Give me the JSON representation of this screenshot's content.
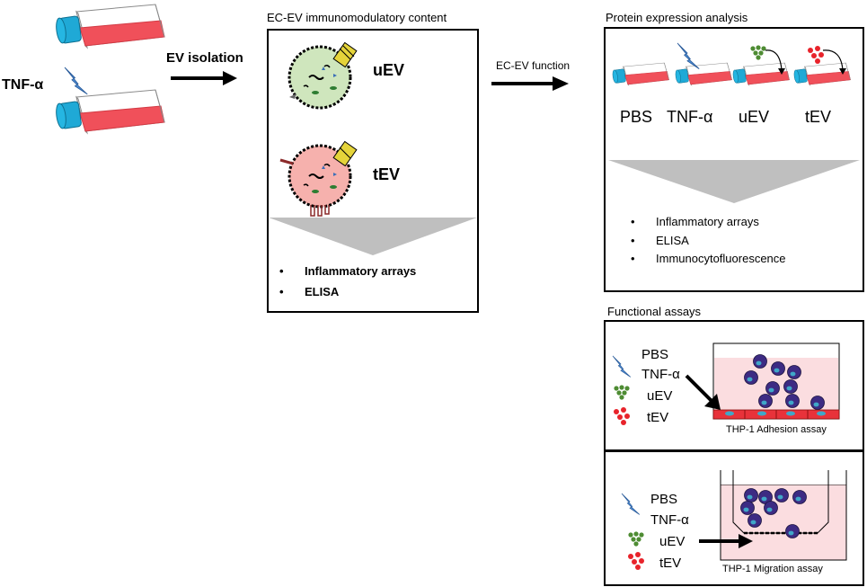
{
  "left": {
    "stimulus_label": "TNF-α",
    "isolation_label": "EV isolation"
  },
  "content_panel": {
    "title": "EC-EV immunomodulatory content",
    "ev_labels": [
      "uEV",
      "tEV"
    ],
    "methods": [
      "Inflammatory arrays",
      "ELISA"
    ]
  },
  "function_arrow_label": "EC-EV function",
  "protein_panel": {
    "title": "Protein expression analysis",
    "conditions": [
      "PBS",
      "TNF-α",
      "uEV",
      "tEV"
    ],
    "methods": [
      "Inflammatory arrays",
      "ELISA",
      "Immunocytofluorescence"
    ]
  },
  "functional_panel": {
    "title": "Functional assays",
    "assays": [
      {
        "conditions": [
          "PBS",
          "TNF-α",
          "uEV",
          "tEV"
        ],
        "caption": "THP-1 Adhesion assay"
      },
      {
        "conditions": [
          "PBS",
          "TNF-α",
          "uEV",
          "tEV"
        ],
        "caption": "THP-1 Migration assay"
      }
    ]
  },
  "colors": {
    "media_red": "#f0505a",
    "cap_blue": "#1fa9d6",
    "uev_green": "#cfe6bd",
    "tev_pink": "#f6b1ad",
    "wedge_gray": "#bfbfbf",
    "well_pink": "#fbdde0",
    "cell_purple": "#3d2b83",
    "lightning_blue": "#4f8fd8",
    "green_dots": "#4e8c33",
    "red_dots": "#e8232b"
  }
}
